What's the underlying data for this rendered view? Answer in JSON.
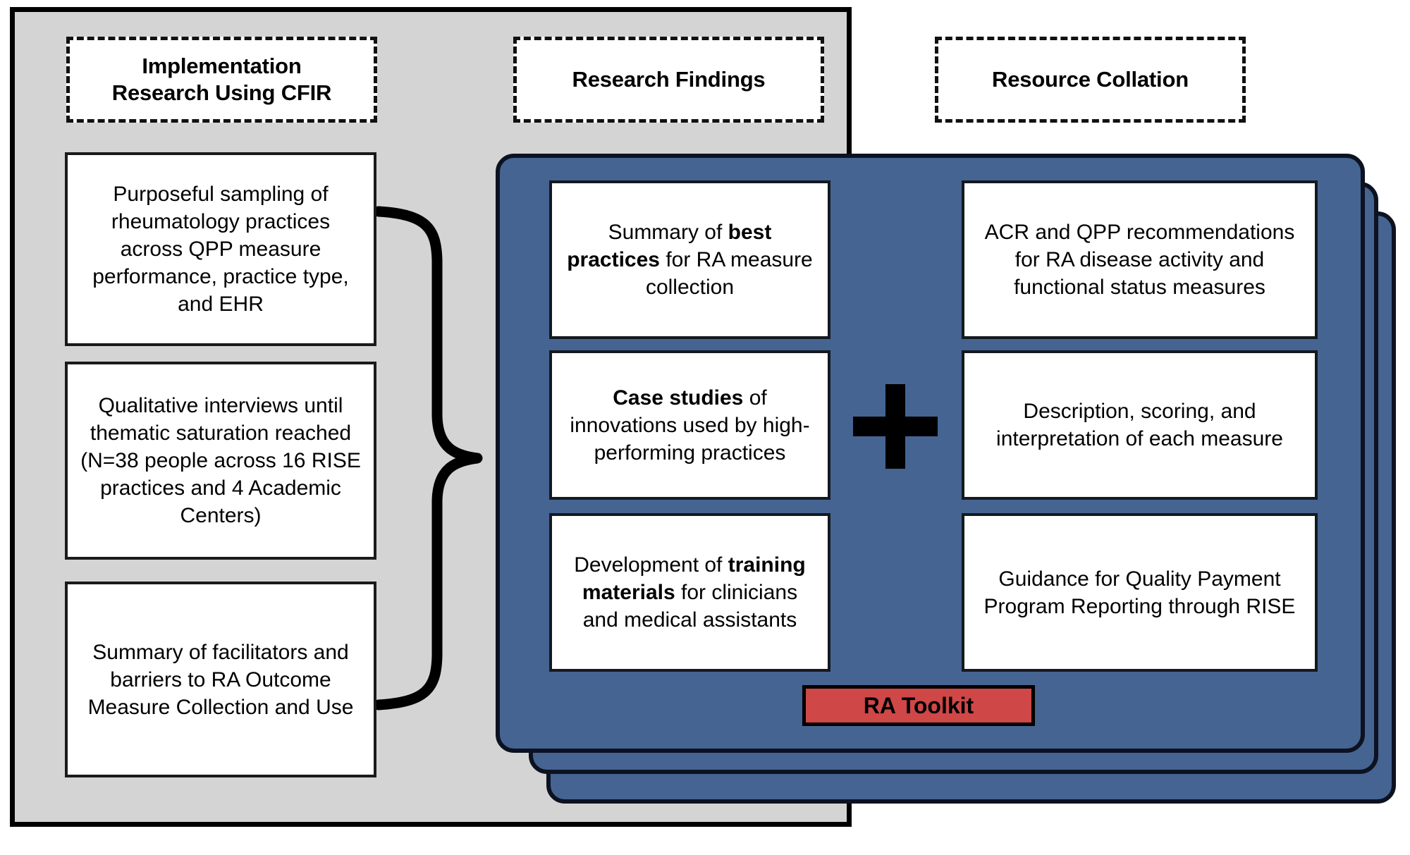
{
  "figure": {
    "type": "flow-diagram",
    "colors": {
      "backdrop_gray": "#d4d4d4",
      "card_blue": "#456492",
      "badge_red": "#cf4747",
      "outline_black": "#000000",
      "box_white": "#ffffff"
    }
  },
  "headers": {
    "implementation": "Implementation\nResearch Using CFIR",
    "implementation_line1": "Implementation",
    "implementation_line2": "Research Using CFIR",
    "findings": "Research Findings",
    "resources": "Resource Collation"
  },
  "implementation_boxes": [
    {
      "text": "Purposeful sampling of rheumatology practices across QPP measure performance, practice type, and EHR"
    },
    {
      "text": "Qualitative interviews until thematic saturation reached (N=38 people across 16 RISE practices and 4 Academic Centers)"
    },
    {
      "text": "Summary of facilitators and barriers to RA Outcome Measure Collection and Use"
    }
  ],
  "research_findings_boxes": [
    {
      "parts": [
        {
          "text": "Summary of ",
          "bold": false
        },
        {
          "text": "best practices",
          "bold": true
        },
        {
          "text": " for RA measure collection",
          "bold": false
        }
      ],
      "plain": "Summary of best practices for RA measure collection"
    },
    {
      "parts": [
        {
          "text": "Case studies",
          "bold": true
        },
        {
          "text": " of innovations used by high-performing practices",
          "bold": false
        }
      ],
      "plain": "Case studies of innovations used by high-performing practices"
    },
    {
      "parts": [
        {
          "text": "Development of ",
          "bold": false
        },
        {
          "text": "training materials",
          "bold": true
        },
        {
          "text": " for clinicians and medical assistants",
          "bold": false
        }
      ],
      "plain": "Development of training materials for clinicians and medical assistants"
    }
  ],
  "resource_collation_boxes": [
    {
      "text": "ACR and QPP recommendations for RA disease activity and functional status measures"
    },
    {
      "text": "Description, scoring, and interpretation of each measure"
    },
    {
      "text": "Guidance for Quality Payment Program Reporting through RISE"
    }
  ],
  "operator": {
    "symbol": "plus",
    "name": "plus-icon"
  },
  "connector": {
    "symbol": "right-curly-brace",
    "name": "curly-brace"
  },
  "badge": {
    "label": "RA Toolkit"
  },
  "card_stack": {
    "count": 3
  }
}
